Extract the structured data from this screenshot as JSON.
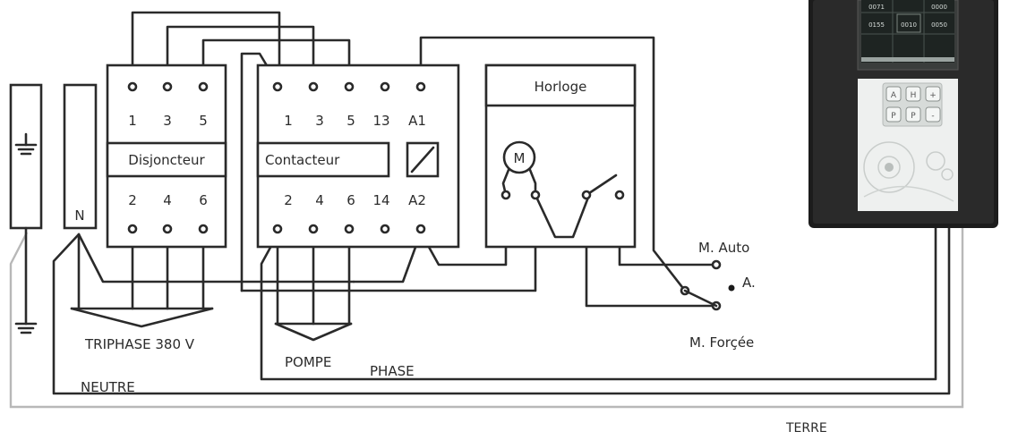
{
  "disjoncteur": {
    "label": "Disjoncteur",
    "top_terminals": [
      "1",
      "3",
      "5"
    ],
    "bottom_terminals": [
      "2",
      "4",
      "6"
    ]
  },
  "contacteur": {
    "label": "Contacteur",
    "top_terminals": [
      "1",
      "3",
      "5",
      "13",
      "A1"
    ],
    "bottom_terminals": [
      "2",
      "4",
      "6",
      "14",
      "A2"
    ]
  },
  "horloge": {
    "label": "Horloge",
    "motor_label": "M"
  },
  "neutral_bar_label": "N",
  "selector": {
    "auto_label": "M. Auto",
    "off_label": "A.",
    "forced_label": "M. Forçée"
  },
  "lines": {
    "triphase": "TRIPHASE 380 V",
    "pompe": "POMPE",
    "phase": "PHASE",
    "neutre": "NEUTRE",
    "terre": "TERRE"
  },
  "device_photo": {
    "screen_values": [
      "0071",
      "0000",
      "0155",
      "0010",
      "0050"
    ],
    "key_labels": [
      "A",
      "H",
      "+",
      "P",
      "P",
      "-"
    ]
  },
  "colors": {
    "line": "#2a2a2a",
    "earth_line": "#b8b8b8",
    "device_body": "#1c1c1c",
    "device_panel": "#eef0ef"
  }
}
